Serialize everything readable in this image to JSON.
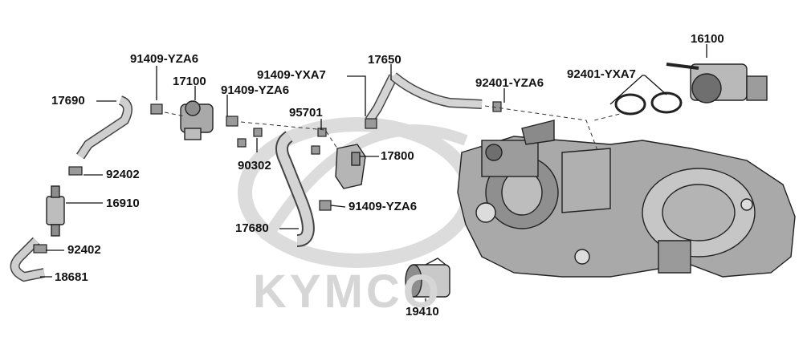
{
  "brand": {
    "watermark": "KYMCO"
  },
  "parts": {
    "p16100": "16100",
    "p91409_yza6_top": "91409-YZA6",
    "p91409_yxa7": "91409-YXA7",
    "p17650": "17650",
    "p17100": "17100",
    "p92401_yza6": "92401-YZA6",
    "p92401_yxa7": "92401-YXA7",
    "p17690": "17690",
    "p91409_yza6_mid": "91409-YZA6",
    "p95701": "95701",
    "p17800": "17800",
    "p90302": "90302",
    "p92402_top": "92402",
    "p16910": "16910",
    "p91409_yza6_bot": "91409-YZA6",
    "p17680": "17680",
    "p92402_bot": "92402",
    "p18681": "18681",
    "p19410": "19410"
  }
}
